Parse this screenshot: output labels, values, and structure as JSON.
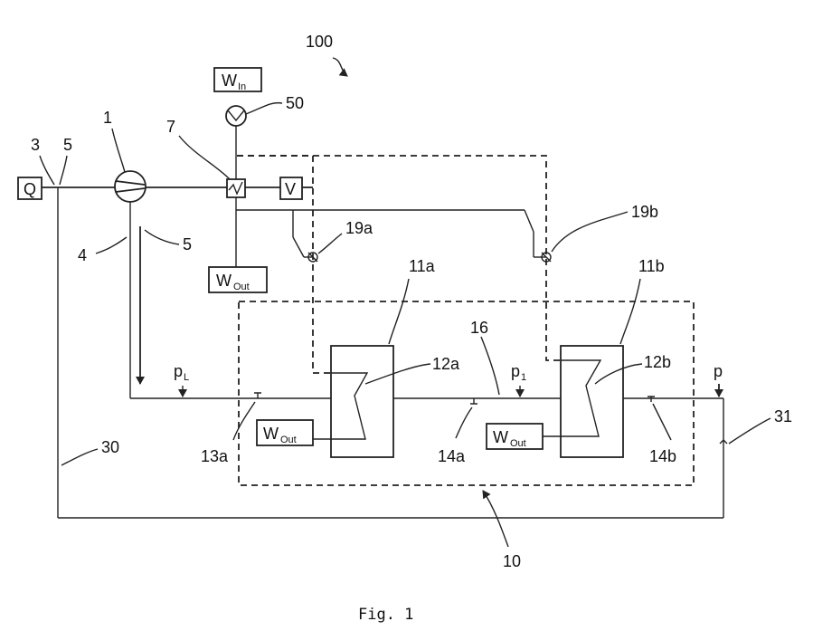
{
  "labels": {
    "system": "100",
    "pump_unit": "50",
    "compressor": "1",
    "q_point": "3",
    "line_5a": "5",
    "line_4": "4",
    "line_5b": "5",
    "valve_7": "7",
    "valve_19a": "19a",
    "valve_19b": "19b",
    "tank_11a": "11a",
    "tank_11b": "11b",
    "coil_12a": "12a",
    "coil_12b": "12b",
    "pipe_16": "16",
    "sensor_13a": "13a",
    "sensor_14a": "14a",
    "sensor_14b": "14b",
    "line_30": "30",
    "sensor_31": "31",
    "group_10": "10"
  },
  "boxes": {
    "q": "Q",
    "v": "V",
    "w_in_main": "W",
    "w_in_sub": "In",
    "w_out_main": "W",
    "w_out_sub": "Out"
  },
  "pressures": {
    "pL_main": "p",
    "pL_sub": "L",
    "p1_main": "p",
    "p1_sub": "1",
    "p": "p"
  },
  "caption": "Fig. 1"
}
